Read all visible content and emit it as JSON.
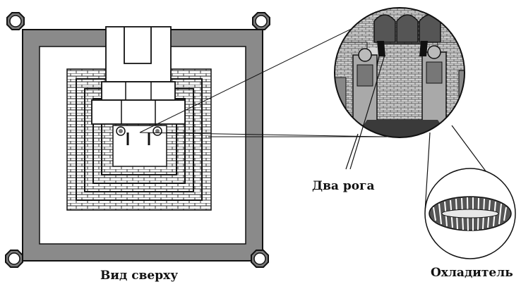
{
  "labels": {
    "top_view": "Вид сверху",
    "two_horns": "Два рога",
    "cooler": "Охладитель"
  },
  "colors": {
    "ink": "#111111",
    "wall_gray": "#8a8a8a",
    "tower_gray": "#7b7b7b",
    "dark": "#2a2a2a",
    "paper": "#ffffff",
    "detail_bg": "#d9d9d9"
  }
}
